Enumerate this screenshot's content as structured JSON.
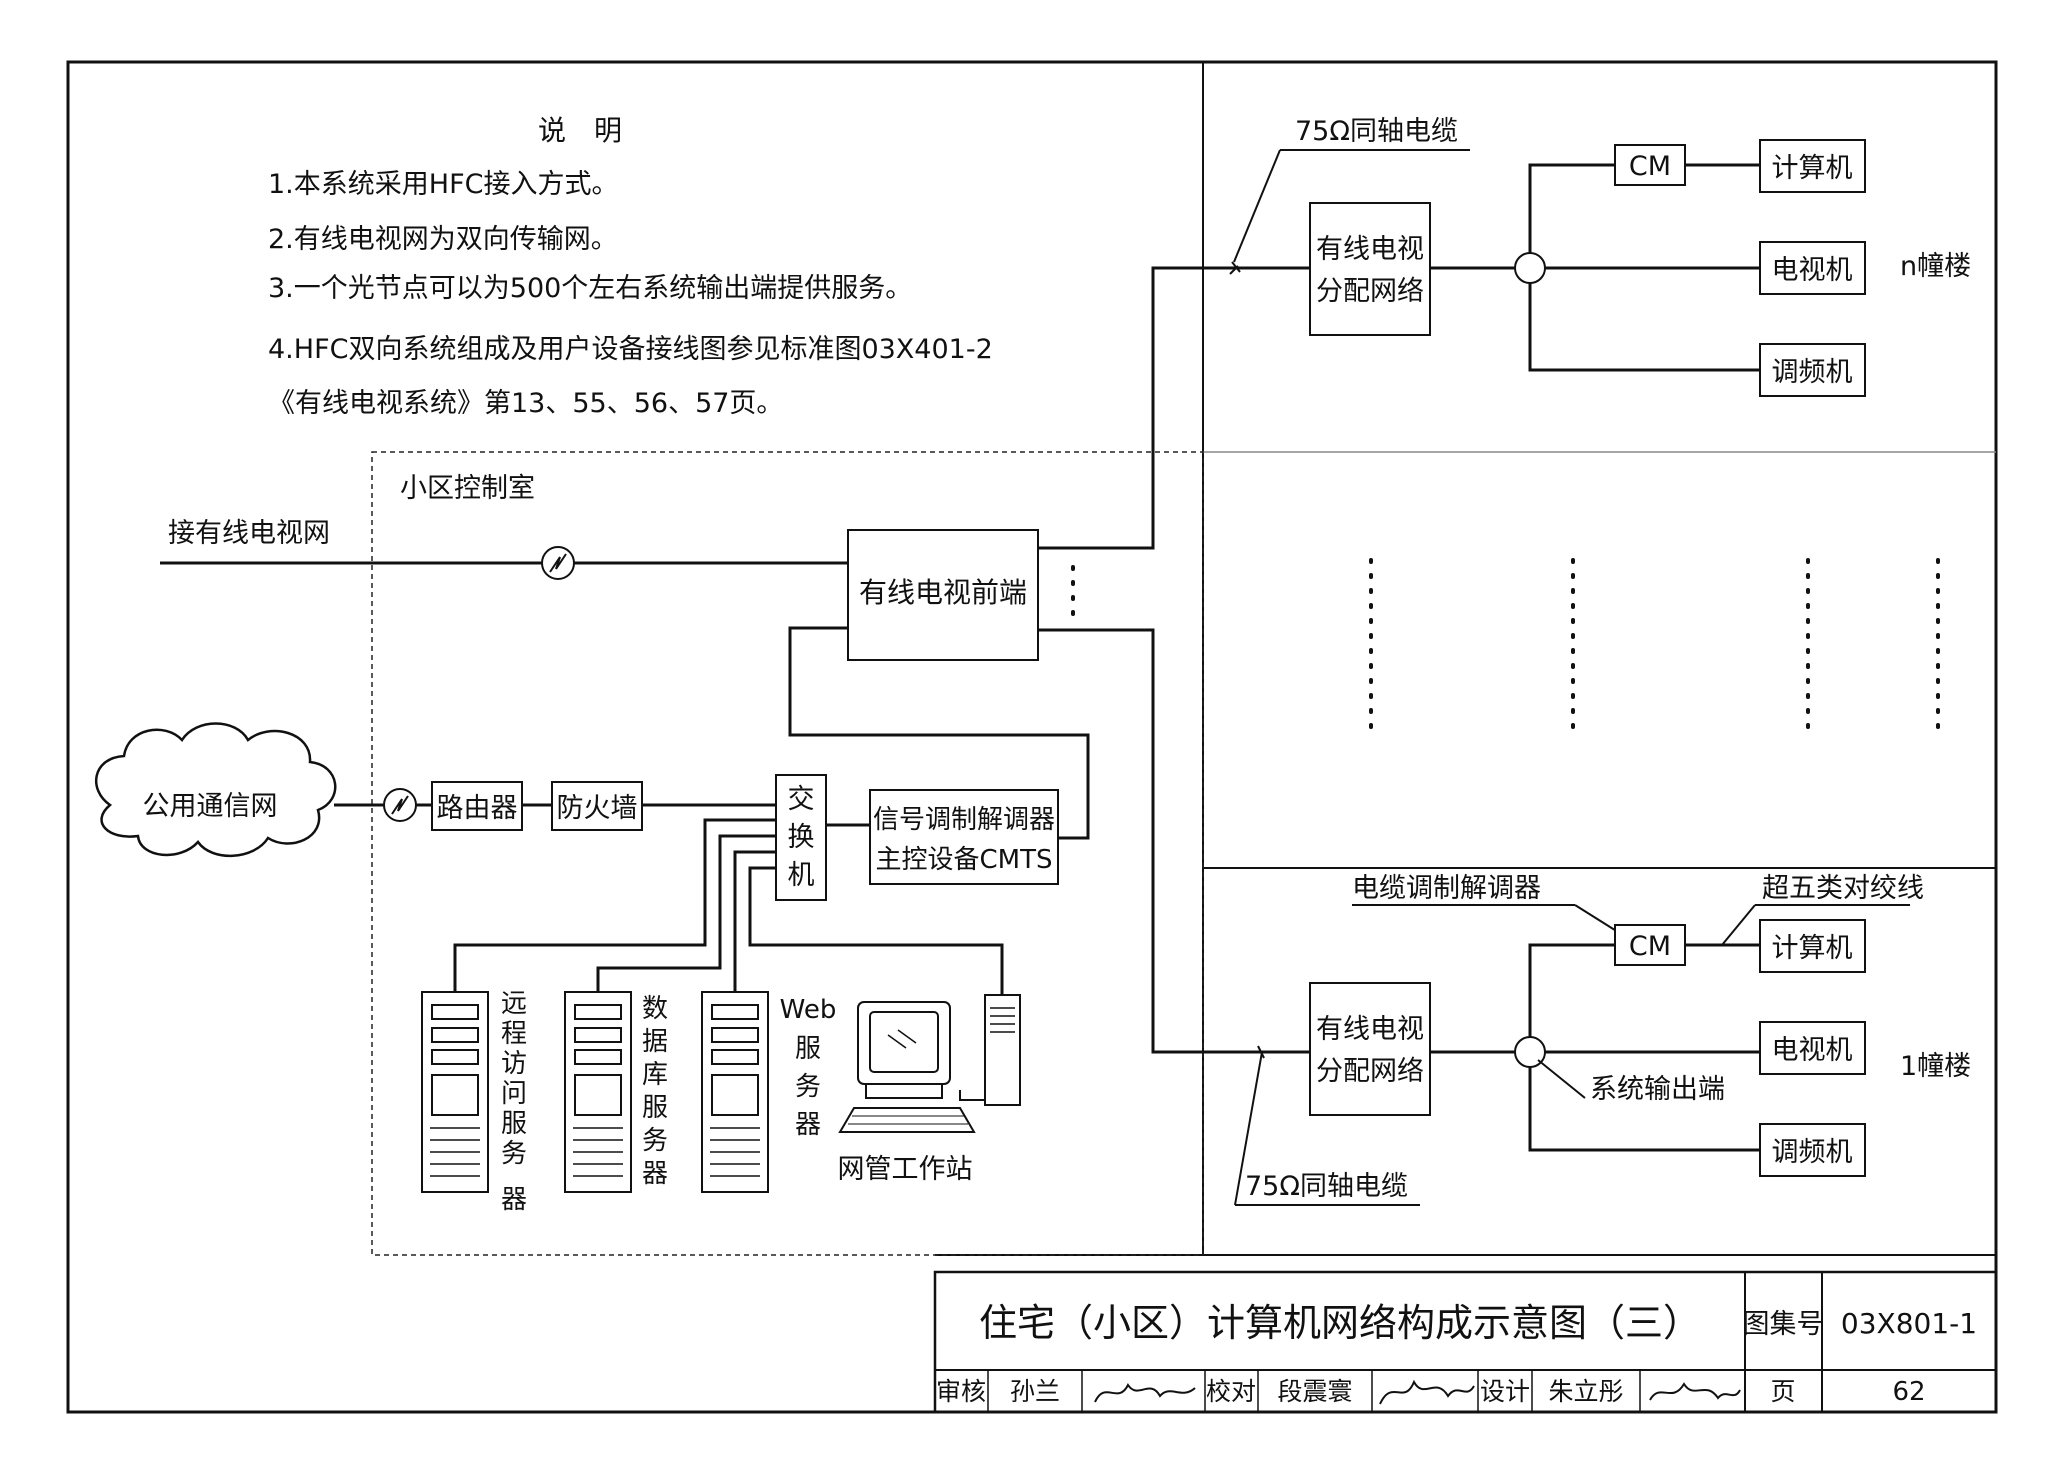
{
  "notes": {
    "heading": "说　明",
    "items": [
      "1.本系统采用HFC接入方式。",
      "2.有线电视网为双向传输网。",
      "3.一个光节点可以为500个左右系统输出端提供服务。",
      "4.HFC双向系统组成及用户设备接线图参见标准图03X401-2",
      "《有线电视系统》第13、55、56、57页。"
    ]
  },
  "control_room": {
    "label": "小区控制室"
  },
  "inputs": {
    "cable_tv_label": "接有线电视网",
    "public_net_label": "公用通信网"
  },
  "devices": {
    "headend": "有线电视前端",
    "router": "路由器",
    "firewall": "防火墙",
    "switch_chars": [
      "交",
      "换",
      "机"
    ],
    "cmts_line1": "信号调制解调器",
    "cmts_line2": "主控设备CMTS"
  },
  "servers": {
    "remote_chars": [
      "远",
      "程",
      "访",
      "问",
      "服",
      "务",
      "器"
    ],
    "database_chars": [
      "数",
      "据",
      "库",
      "服",
      "务",
      "器"
    ],
    "web_title": "Web",
    "web_chars": [
      "服",
      "务",
      "器"
    ],
    "workstation": "网管工作站"
  },
  "building_n": {
    "coax_label": "75Ω同轴电缆",
    "dist_line1": "有线电视",
    "dist_line2": "分配网络",
    "cm": "CM",
    "computer": "计算机",
    "tv": "电视机",
    "fm": "调频机",
    "building": "n幢楼"
  },
  "building_1": {
    "cable_modem_label": "电缆调制解调器",
    "twisted_pair_label": "超五类对绞线",
    "outlet_label": "系统输出端",
    "coax_label": "75Ω同轴电缆",
    "dist_line1": "有线电视",
    "dist_line2": "分配网络",
    "cm": "CM",
    "computer": "计算机",
    "tv": "电视机",
    "fm": "调频机",
    "building": "1幢楼"
  },
  "title_block": {
    "title": "住宅（小区）计算机网络构成示意图（三）",
    "atlas_label": "图集号",
    "atlas_no": "03X801-1",
    "review_label": "审核",
    "reviewer": "孙兰",
    "check_label": "校对",
    "checker": "段震寰",
    "design_label": "设计",
    "designer": "朱立彤",
    "page_label": "页",
    "page_no": "62"
  }
}
